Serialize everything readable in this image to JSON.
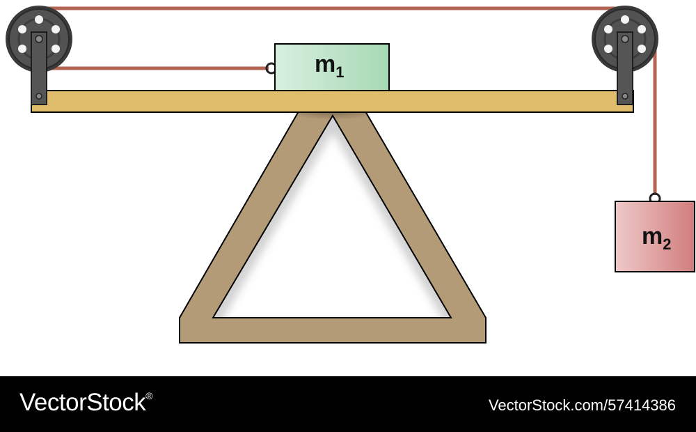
{
  "masses": {
    "m1": {
      "symbol": "m",
      "subscript": "1",
      "color": "#a6d9b4"
    },
    "m2": {
      "symbol": "m",
      "subscript": "2",
      "color": "#dd8f8f"
    }
  },
  "colors": {
    "rope": "#b26553",
    "plank": "#e0bd6c",
    "stand": "#b49b77",
    "pulley": "#4d4d4d"
  },
  "footer": {
    "brand": "VectorStock",
    "brand_mark": "®",
    "id_text": "VectorStock.com/57414386"
  }
}
